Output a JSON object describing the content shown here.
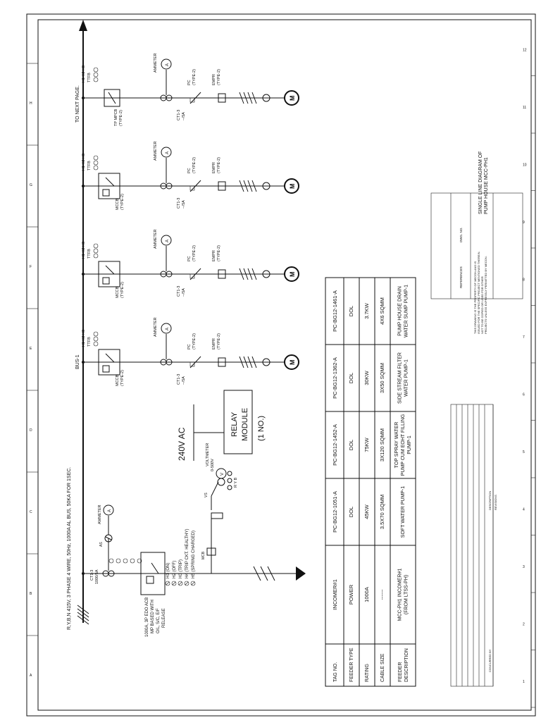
{
  "drawing": {
    "supply_label": "R,Y,B,N  415V, 3 PHASE 4 WIRE, 50Hz, 1000A AL BUS, 50KA FOR 1SEC.",
    "bus_label": "BUS-1",
    "to_next_page": "TO NEXT PAGE.",
    "relay_voltage": "240V AC",
    "relay_line1": "RELAY",
    "relay_line2": "MODULE",
    "relay_qty": "(1 NO.)"
  },
  "incomer": {
    "acb": [
      "1000A, 3P EDO ACB",
      "MP BASED WITH",
      "O/L, S/C, E/F",
      "RELEASE"
    ],
    "ct": [
      "CT1-3",
      "1000/5A"
    ],
    "ammeter": "AMMETER",
    "as_label": "AS",
    "mcb": "MCB",
    "vs": "VS",
    "voltmeter": [
      "VOLTMETER",
      "0-500V"
    ],
    "ryb": "R  Y  B",
    "indicators": [
      "H1 (ON)",
      "H2 (OFF)",
      "H3 (TRIP)",
      "H4 (TRIP CKT. HEALTHY)",
      "H5 (SPRING CHARGED)"
    ]
  },
  "feeder_common": {
    "mccb": [
      "MCCB",
      "(TYPE-2)"
    ],
    "ct": [
      "CT1-3",
      "--/5A"
    ],
    "ammeter": "AMMETER",
    "pc": [
      "PC",
      "(TYPE-2)"
    ],
    "empr": [
      "EMPR",
      "(TYPE-2)"
    ],
    "lamps": [
      "H1 H2 H3",
      "TTFB"
    ],
    "motor": "M",
    "tp_mpcb": [
      "TP MPCB",
      "(TYPE-2)"
    ]
  },
  "table": {
    "row_labels": [
      "TAG NO.",
      "FEEDER TYPE",
      "RATING",
      "CABLE SIZE",
      "FEEDER DESCRIPTION"
    ],
    "columns": [
      {
        "tag": "INCOMER#1",
        "type": "POWER",
        "rating": "1000A",
        "cable": "------",
        "desc": [
          "MCC-PH1 INCOMER#1",
          "(FROM LTSS-PH)"
        ]
      },
      {
        "tag": "PC-BG12-1051-A",
        "type": "DOL",
        "rating": "45KW",
        "cable": "3.5X70 SQMM",
        "desc": [
          "SOFT WATER PUMP-1"
        ]
      },
      {
        "tag": "PC-BG12-1452-A",
        "type": "DOL",
        "rating": "75KW",
        "cable": "3X120 SQMM",
        "desc": [
          "TOP SPRAY  WATER",
          "PUMP CUM EOHT FILLING",
          "PUMP-1"
        ]
      },
      {
        "tag": "PC-BG12-1362-A",
        "type": "DOL",
        "rating": "30KW",
        "cable": "3X50 SQMM",
        "desc": [
          "SIDE STREAM FILTER",
          "WATER PUMP-1"
        ]
      },
      {
        "tag": "PC-BG12-1461-A",
        "type": "DOL",
        "rating": "3.7KW",
        "cable": "4X6 SQMM",
        "desc": [
          "PUMP HOUSE DRAIN",
          "WATER SUMP PUMP-1"
        ]
      }
    ]
  },
  "title_block": {
    "title": [
      "SINGLE LINE DIAGRAM OF",
      "PUMP HOUSE MCC-PH1"
    ],
    "references": "REFERENCES",
    "dwg_no": "DWG. NO.",
    "revisions": "REVISIONS",
    "description": "DESCRIPTION",
    "concurred_by": "CONCURRED BY",
    "ownership": [
      "THIS DRAWING IS THE PROPERTY OF MECON AND IS",
      "ISSUED FOR THE SPECIFIC PROJECT MENTIONED THEREIN.",
      "NOT TO BE COPIED OR USED FOR OTHER",
      "PROJECTS UNLESS EXPRESSLY PERMITTED BY MECON."
    ]
  },
  "border": {
    "rows": [
      "H",
      "G",
      "F",
      "E",
      "D",
      "C",
      "B",
      "A"
    ],
    "cols": [
      "1",
      "2",
      "3",
      "4",
      "5",
      "6",
      "7",
      "8",
      "9",
      "10",
      "11",
      "12"
    ]
  }
}
